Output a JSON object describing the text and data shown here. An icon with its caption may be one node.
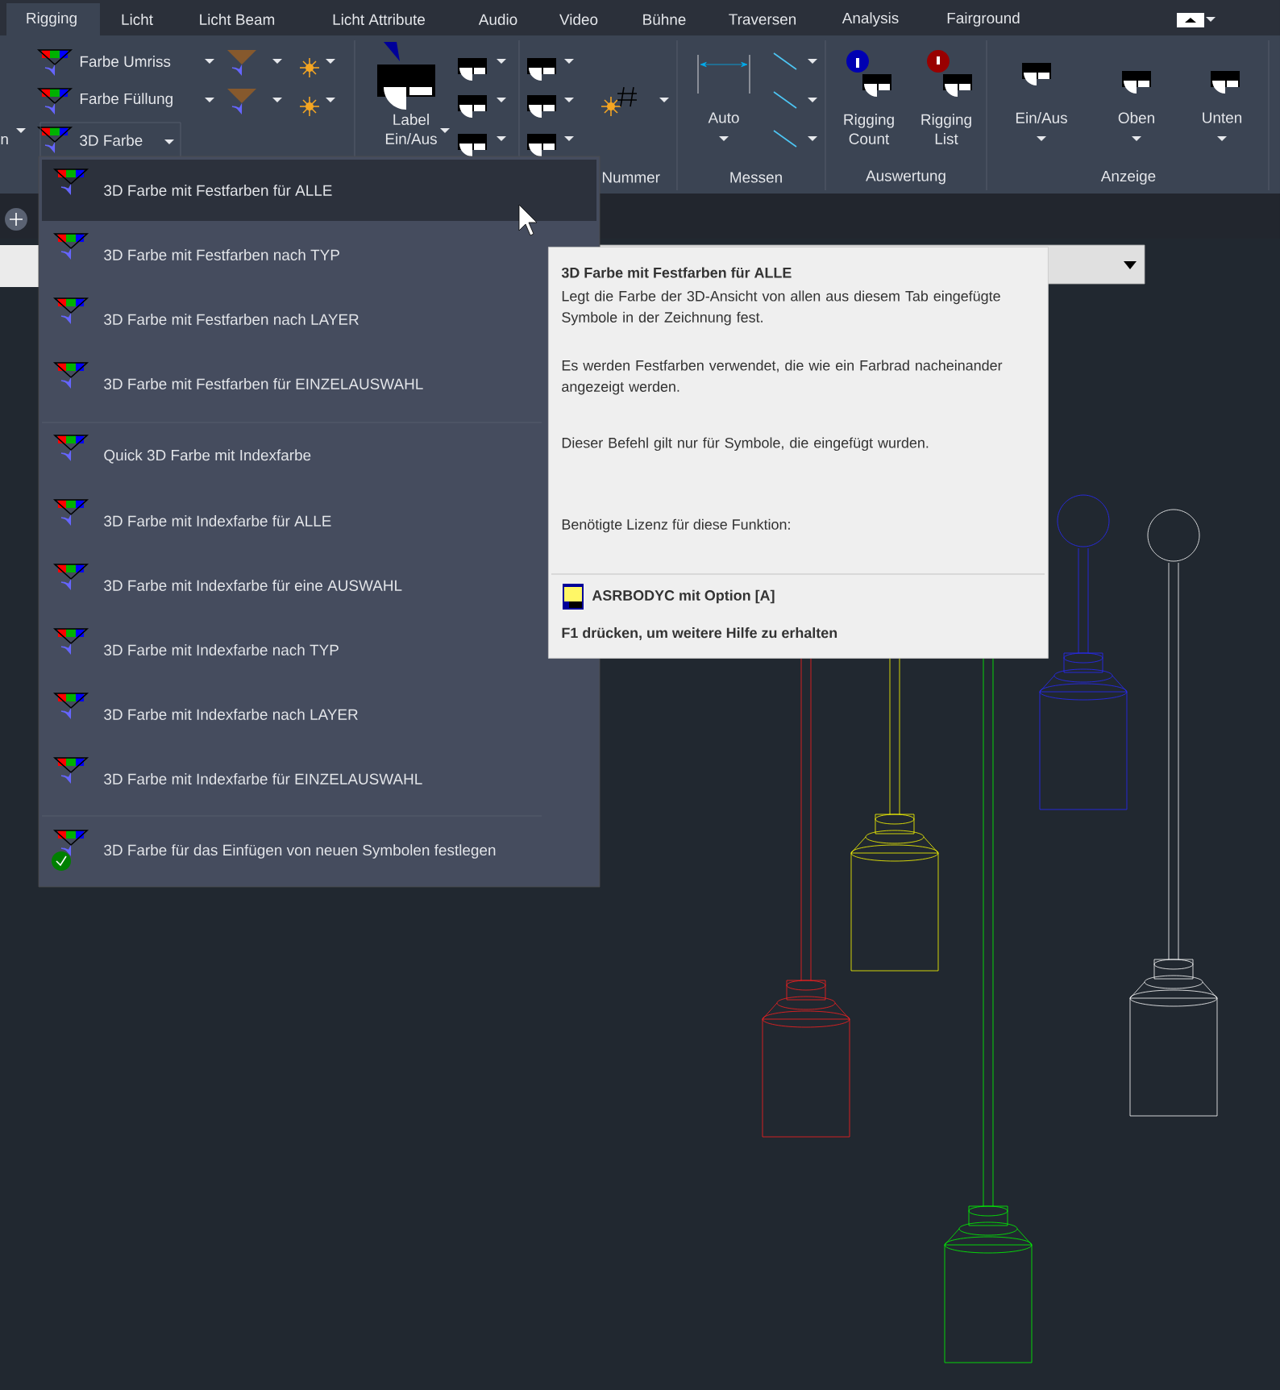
{
  "diagram": {
    "nodes": [
      {
        "text": [
          "3D Farbe mit Festfarben für ALLE"
        ]
      },
      {
        "text": [
          "3D Farbe mit Festfarben nach TYP"
        ]
      },
      {
        "text": [
          "3D Farbe mit Festfarben nach LAYER"
        ]
      },
      {
        "text": [
          "3D Farbe mit Festfarben für EINZELAUSWAHL"
        ]
      },
      {
        "text": [
          "Quick 3D Farbe mit Indexfarbe"
        ]
      },
      {
        "text": [
          "3D Farbe mit Indexfarbe für ALLE"
        ]
      },
      {
        "text": [
          "3D Farbe mit Indexfarbe für eine AUSWAHL"
        ]
      },
      {
        "text": [
          "3D Farbe mit Indexfarbe nach TYP"
        ]
      },
      {
        "text": [
          "3D Farbe mit Indexfarbe nach LAYER"
        ]
      },
      {
        "text": [
          "3D Farbe mit Indexfarbe für EINZELAUSWAHL"
        ]
      },
      {
        "text": [
          "3D Farbe für das Einfügen von neuen Symbolen festlegen"
        ]
      },
      {
        "text": [
          "3D Farbe mit Festfarben für ALLE",
          "Legt die Farbe der 3D-Ansicht von allen aus diesem Tab eingefügte Symbole in der Zeichnung fest.",
          "Es werden Festfarben verwendet, die wie ein Farbrad nacheinander angezeigt werden.",
          "Dieser Befehl gilt nur für Symbole, die eingefügt wurden.",
          "Benötigte Lizenz für diese Funktion:",
          "ASRBODYC mit Option [A]",
          "F1 drücken, um weitere Hilfe zu erhalten"
        ]
      }
    ],
    "labels": [
      "Rigging",
      "Licht",
      "Licht Beam",
      "Licht Attribute",
      "Audio",
      "Video",
      "Bühne",
      "Traversen",
      "Analysis",
      "Fairground",
      "n",
      "Farbe Umriss",
      "Farbe Füllung",
      "3D Farbe",
      "Label Ein/Aus",
      "Nummer",
      "Auto",
      "Messen",
      "Rigging Count",
      "Rigging List",
      "Auswertung",
      "Ein/Aus",
      "Oben",
      "Unten",
      "Anzeige"
    ]
  }
}
